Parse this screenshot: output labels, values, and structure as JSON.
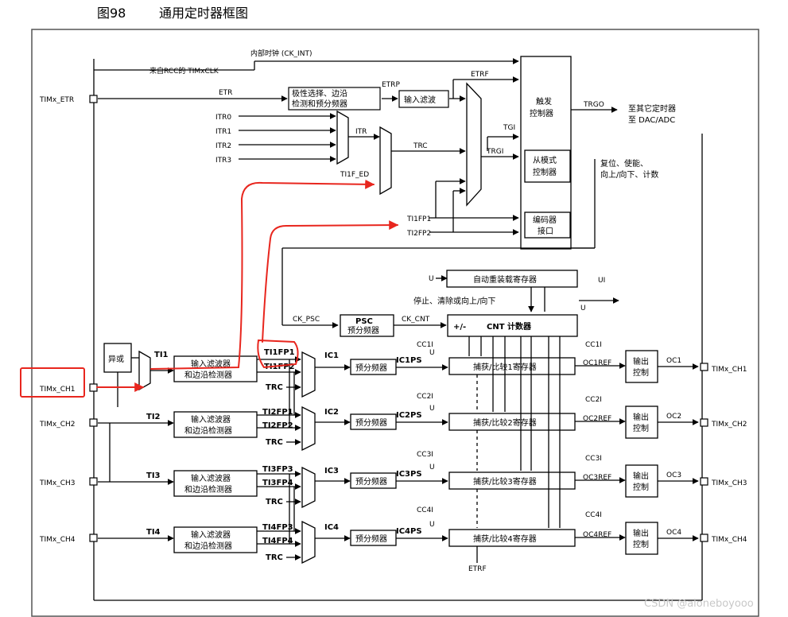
{
  "figure": {
    "title_num": "图98",
    "title_text": "通用定时器框图"
  },
  "clock_inputs": {
    "ck_int": "内部时钟 (CK_INT)",
    "rcc": "来自RCC的 TIMxCLK"
  },
  "pins": {
    "etr": "TIMx_ETR",
    "ch1_in": "TIMx_CH1",
    "ch2_in": "TIMx_CH2",
    "ch3_in": "TIMx_CH3",
    "ch4_in": "TIMx_CH4",
    "ch1_out": "TIMx_CH1",
    "ch2_out": "TIMx_CH2",
    "ch3_out": "TIMx_CH3",
    "ch4_out": "TIMx_CH4"
  },
  "signals": {
    "etr": "ETR",
    "etrp": "ETRP",
    "etrf": "ETRF",
    "etrf_bottom": "ETRF",
    "itr0": "ITR0",
    "itr1": "ITR1",
    "itr2": "ITR2",
    "itr3": "ITR3",
    "itr": "ITR",
    "trc_top": "TRC",
    "ti1f_ed": "TI1F_ED",
    "tgi": "TGI",
    "trgi": "TRGI",
    "trgo": "TRGO",
    "ti1fp1_top": "TI1FP1",
    "ti2fp2_top": "TI2FP2",
    "u_arr": "U",
    "ui": "UI",
    "u_ui": "U",
    "ck_psc": "CK_PSC",
    "ck_cnt": "CK_CNT",
    "ti1": "TI1",
    "ti2": "TI2",
    "ti3": "TI3",
    "ti4": "TI4",
    "ti1fp1": "TI1FP1",
    "ti1fp2": "TI1FP2",
    "trc1": "TRC",
    "ti2fp1": "TI2FP1",
    "ti2fp2": "TI2FP2",
    "trc2": "TRC",
    "ti3fp3": "TI3FP3",
    "ti3fp4": "TI3FP4",
    "trc3": "TRC",
    "ti4fp3": "TI4FP3",
    "ti4fp4": "TI4FP4",
    "trc4": "TRC",
    "ic1": "IC1",
    "ic2": "IC2",
    "ic3": "IC3",
    "ic4": "IC4",
    "ic1ps": "IC1PS",
    "ic2ps": "IC2PS",
    "ic3ps": "IC3PS",
    "ic4ps": "IC4PS",
    "cc1i": "CC1I",
    "cc2i": "CC2I",
    "cc3i": "CC3I",
    "cc4i": "CC4I",
    "u1": "U",
    "u2": "U",
    "u3": "U",
    "u4": "U",
    "oc1ref": "OC1REF",
    "oc2ref": "OC2REF",
    "oc3ref": "OC3REF",
    "oc4ref": "OC4REF",
    "oc1": "OC1",
    "oc2": "OC2",
    "oc3": "OC3",
    "oc4": "OC4"
  },
  "blocks": {
    "edge_line1": "极性选择、边沿",
    "edge_line2": "检测和预分频器",
    "input_filter": "输入滤波",
    "trigger_line1": "触发",
    "trigger_line2": "控制器",
    "slave_line1": "从模式",
    "slave_line2": "控制器",
    "encoder_line1": "编码器",
    "encoder_line2": "接口",
    "arr": "自动重装载寄存器",
    "psc_line1": "PSC",
    "psc_line2": "预分频器",
    "cnt_pm": "+/-",
    "cnt": "CNT 计数器",
    "xor": "异或",
    "filter_line1": "输入滤波器",
    "filter_line2": "和边沿检测器",
    "prescaler": "预分频器",
    "cc1": "捕获/比较1寄存器",
    "cc2": "捕获/比较2寄存器",
    "cc3": "捕获/比较3寄存器",
    "cc4": "捕获/比较4寄存器",
    "out_line1": "输出",
    "out_line2": "控制"
  },
  "notes": {
    "trgo_to_line1": "至其它定时器",
    "trgo_to_line2": "至 DAC/ADC",
    "slave_modes_line1": "复位、使能、",
    "slave_modes_line2": "向上/向下、计数",
    "cnt_ctrl": "停止、清除或向上/向下"
  },
  "watermark": "CSDN @aloneboyooo",
  "colors": {
    "annotation": "#e8261e",
    "line": "#000000",
    "frame": "#444444"
  }
}
